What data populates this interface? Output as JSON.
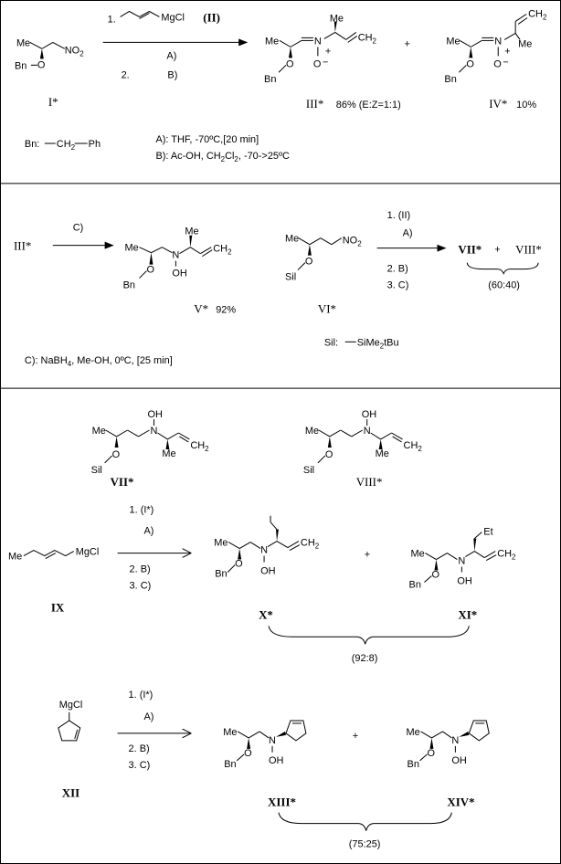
{
  "reactions": {
    "r1": {
      "start": "I*",
      "reagent": "MgCl",
      "reagent_label": "(II)",
      "step1": "1.",
      "step2": "2.",
      "cond1": "A)",
      "cond2": "B)",
      "product_a": "III*",
      "yield_a": "86% (E:Z=1:1)",
      "product_b": "IV*",
      "yield_b": "10%"
    },
    "r2": {
      "start": "III*",
      "cond": "C)",
      "product": "V*",
      "yield": "92%"
    },
    "r3": {
      "start": "VI*",
      "step1": "1. (II)",
      "cond1": "A)",
      "step2": "2. B)",
      "step3": "3. C)",
      "product_a": "VII*",
      "plus": "+",
      "product_b": "VIII*",
      "ratio": "(60:40)"
    },
    "r4": {
      "start": "IX",
      "reagent": "MgCl",
      "step1": "1. (I*)",
      "cond1": "A)",
      "step2": "2. B)",
      "step3": "3. C)",
      "product_a": "X*",
      "product_b": "XI*",
      "plus": "+",
      "ratio": "(92:8)"
    },
    "r5": {
      "start": "XII",
      "reagent": "MgCl",
      "step1": "1. (I*)",
      "cond1": "A)",
      "step2": "2. B)",
      "step3": "3. C)",
      "product_a": "XIII*",
      "product_b": "XIV*",
      "plus": "+",
      "ratio": "(75:25)"
    }
  },
  "legend": {
    "bn": "Bn:",
    "ph": "Ph",
    "cond_a": "A):  THF,  -70ºC,[20 min]",
    "cond_b_pre": "B):  Ac-OH,  CH",
    "cond_b_sub": "2",
    "cond_b_mid": "Cl",
    "cond_b_post": ",  -70->25ºC",
    "cond_c_pre": "C):  NaBH",
    "cond_c_sub": "4",
    "cond_c_post": ",  Me-OH,  0ºC, [25 min]",
    "sil_pre": "Sil:",
    "sil_mid": "SiMe",
    "sil_sub": "2",
    "sil_post": "tBu"
  },
  "atoms": {
    "me": "Me",
    "et": "Et",
    "o": "O",
    "bn": "Bn",
    "sil": "Sil",
    "n": "N",
    "no2": "NO",
    "no2_sub": "2",
    "oh": "OH",
    "ominus": "O",
    "minus": "−",
    "plus": "+",
    "ch2": "CH",
    "ch2_sub": "2"
  }
}
